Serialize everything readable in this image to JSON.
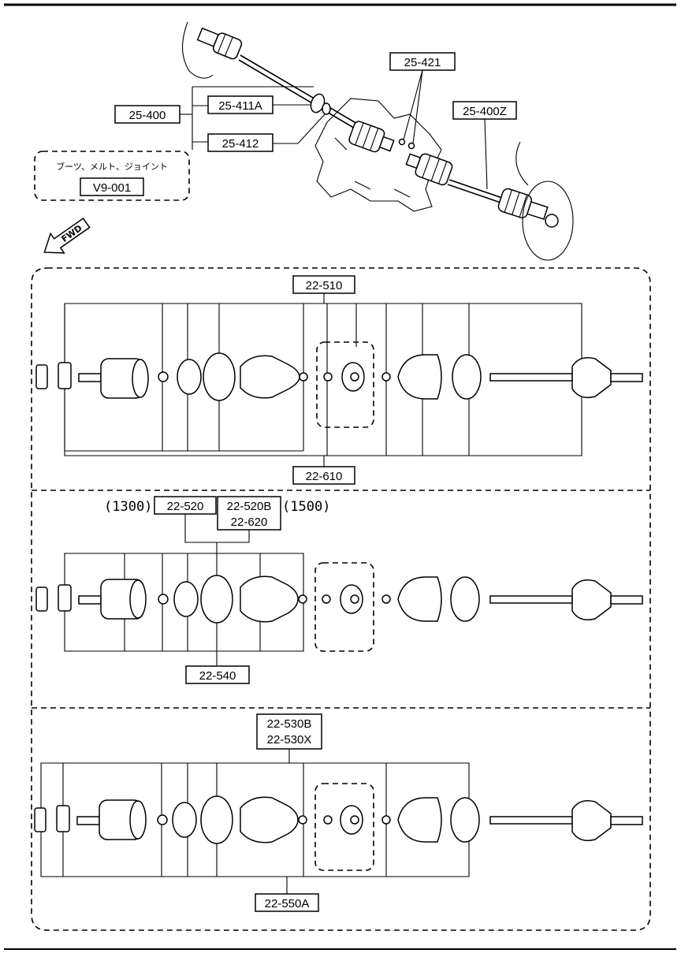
{
  "labels": {
    "l_25_421": "25-421",
    "l_25_400z": "25-400Z",
    "l_25_400": "25-400",
    "l_25_411a": "25-411A",
    "l_25_412": "25-412",
    "note_text": "ブーツ、メルト、ジョイント",
    "note_code": "V9-001",
    "fwd": "FWD",
    "l_22_510": "22-510",
    "l_22_610": "22-610",
    "tag_1300": "(1300)",
    "l_22_520": "22-520",
    "l_22_520b": "22-520B",
    "l_22_620": "22-620",
    "tag_1500": "(1500)",
    "l_22_540": "22-540",
    "l_22_530b": "22-530B",
    "l_22_530x": "22-530X",
    "l_22_550a": "22-550A"
  }
}
